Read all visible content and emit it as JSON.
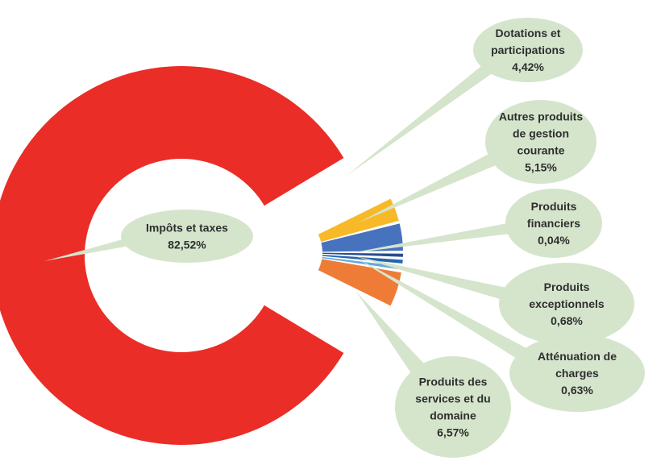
{
  "chart_data": {
    "type": "pie",
    "variant": "exploded-doughnut",
    "title": "",
    "legend": "none",
    "slices": [
      {
        "label": [
          "Impôts et taxes"
        ],
        "value_text": "82,52%",
        "value": 82.52,
        "color": "#ea2d27"
      },
      {
        "label": [
          "Dotations et",
          "participations"
        ],
        "value_text": "4,42%",
        "value": 4.42,
        "color": "#f8b928"
      },
      {
        "label": [
          "Autres produits",
          "de gestion",
          "courante"
        ],
        "value_text": "5,15%",
        "value": 5.15,
        "color": "#4772be"
      },
      {
        "label": [
          "Produits",
          "financiers"
        ],
        "value_text": "0,04%",
        "value": 0.04,
        "color": "#264e8c"
      },
      {
        "label": [
          "Produits",
          "exceptionnels"
        ],
        "value_text": "0,68%",
        "value": 0.68,
        "color": "#2566b0"
      },
      {
        "label": [
          "Atténuation de",
          "charges"
        ],
        "value_text": "0,63%",
        "value": 0.63,
        "color": "#64a8df"
      },
      {
        "label": [
          "Produits des",
          "services et du",
          "domaine"
        ],
        "value_text": "6,57%",
        "value": 6.57,
        "color": "#ee7c37"
      }
    ],
    "callout_color": "#d5e5cc"
  }
}
